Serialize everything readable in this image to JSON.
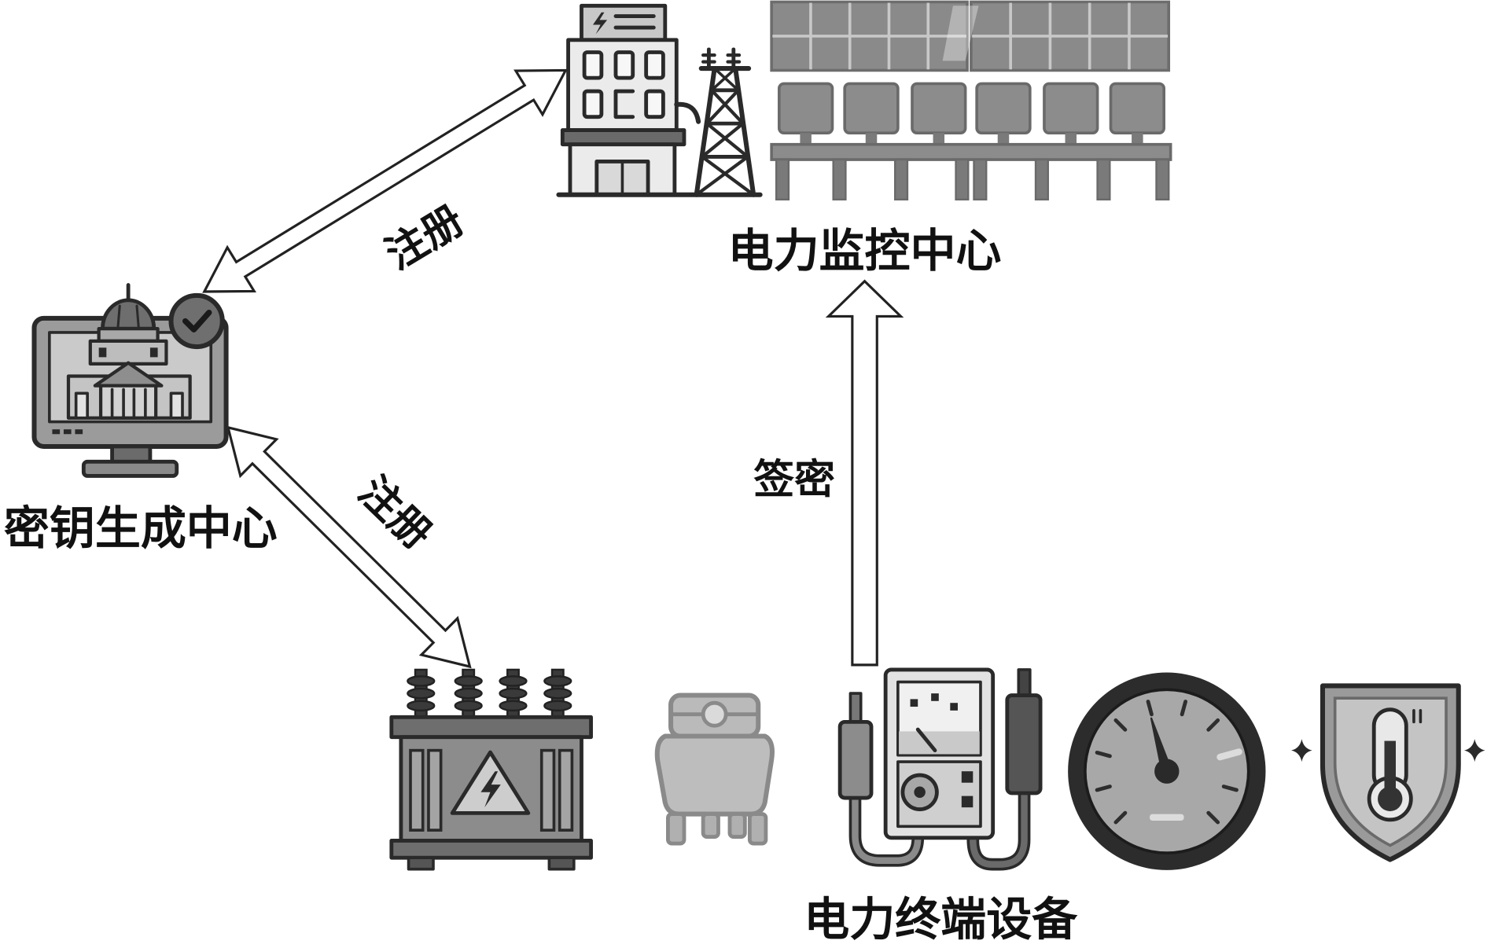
{
  "diagram": {
    "key_generation_center": {
      "label": "密钥生成中心",
      "icon": "government-monitor-check-icon"
    },
    "power_monitoring_center": {
      "label": "电力监控中心",
      "icons": [
        "power-plant-icon",
        "transmission-tower-icon",
        "solar-panel-array-icon"
      ]
    },
    "power_terminal_devices": {
      "label": "电力终端设备",
      "icons": [
        "transformer-icon",
        "plug-icon",
        "multimeter-icon",
        "gauge-icon",
        "thermometer-shield-icon"
      ]
    },
    "arrows": [
      {
        "label": "注册",
        "bidirectional": true
      },
      {
        "label": "注册",
        "bidirectional": true
      },
      {
        "label": "签密",
        "bidirectional": false
      }
    ]
  },
  "colors": {
    "background": "#ffffff",
    "outline": "#2a2a2a",
    "text": "#111111",
    "arrow_fill": "#ffffff"
  }
}
